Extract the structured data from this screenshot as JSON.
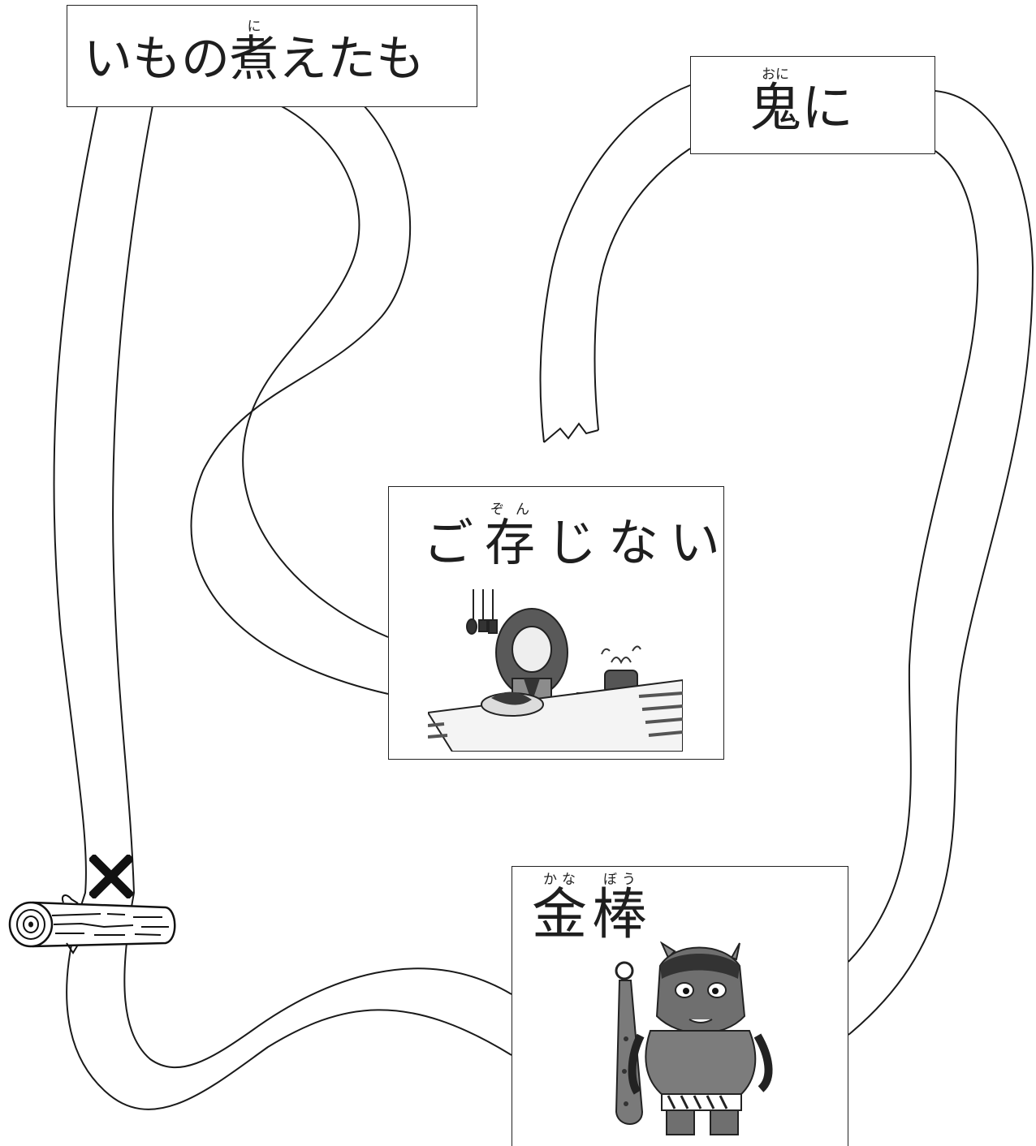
{
  "cards": {
    "imo": {
      "segments": [
        {
          "text": "いもの",
          "ruby": ""
        },
        {
          "text": "煮",
          "ruby": "に"
        },
        {
          "text": "えたも",
          "ruby": ""
        }
      ]
    },
    "oni": {
      "segments": [
        {
          "text": "鬼",
          "ruby": "おに"
        },
        {
          "text": "に",
          "ruby": ""
        }
      ]
    },
    "zonji": {
      "segments": [
        {
          "text": "ご",
          "ruby": ""
        },
        {
          "text": "存",
          "ruby": "ぞん"
        },
        {
          "text": "じない",
          "ruby": ""
        }
      ]
    },
    "kanabou": {
      "segments": [
        {
          "text": "金",
          "ruby": "かな"
        },
        {
          "text": "棒",
          "ruby": "ぼう"
        }
      ]
    }
  },
  "colors": {
    "line": "#1a1a1a",
    "paper": "#ffffff",
    "ink_gray": "#8c8c8c",
    "dark_gray": "#4d4d4d"
  },
  "marks": {
    "blocked": "cross-mark-icon",
    "obstacle": "log-icon"
  },
  "illustrations": [
    "girl-eating-at-table-illustration",
    "oni-with-club-illustration"
  ]
}
